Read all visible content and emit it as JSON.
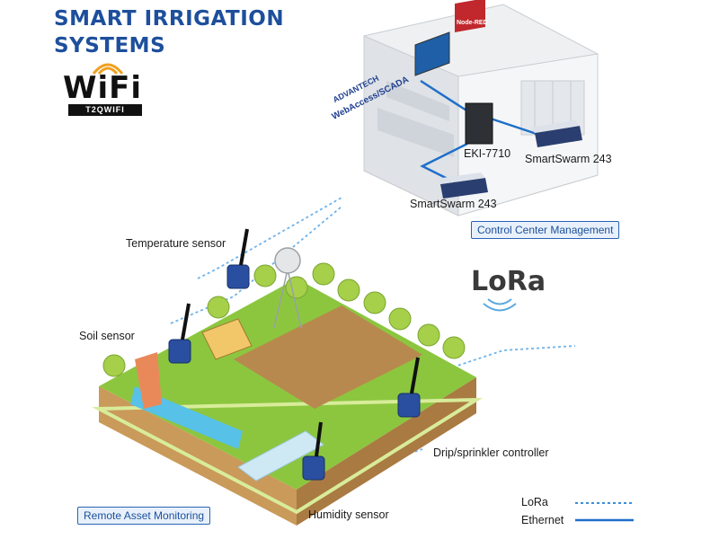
{
  "title": {
    "line1": "SMART IRRIGATION",
    "line2": "SYSTEMS"
  },
  "logo": {
    "main": "WiFi",
    "sub": "T2QWIFI"
  },
  "control_center": {
    "brand_advantech": "ADVANTECH",
    "brand_webaccess": "WebAccess/SCADA",
    "node_red": "Node-RED",
    "switch_label": "EKI-7710",
    "gateway1_label": "SmartSwarm 243",
    "gateway2_label": "SmartSwarm 243",
    "section_label": "Control Center Management"
  },
  "lora_logo": "LoRa",
  "sensors": {
    "temperature": "Temperature sensor",
    "soil": "Soil sensor",
    "drip": "Drip/sprinkler controller",
    "humidity": "Humidity sensor"
  },
  "remote_label": "Remote Asset Monitoring",
  "legend": {
    "lora": {
      "label": "LoRa",
      "style": "dotted",
      "color": "#3b8fd9"
    },
    "ethernet": {
      "label": "Ethernet",
      "style": "solid",
      "color": "#1f6fc9"
    }
  },
  "colors": {
    "title": "#1d4f9c",
    "grass": "#8cc63f",
    "soil": "#b8894f",
    "water": "#57c1e8"
  }
}
